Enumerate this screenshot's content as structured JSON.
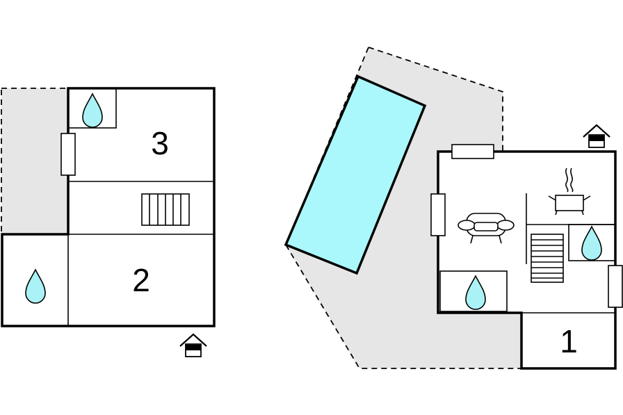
{
  "rooms": [
    {
      "label": "3"
    },
    {
      "label": "2"
    },
    {
      "label": "1"
    }
  ],
  "icons": {
    "water": "water-drop-icon",
    "entrance": "house-entrance-icon",
    "stairs": "stairs-icon",
    "sofa": "sofa-icon",
    "kitchen": "cooking-pot-icon",
    "window": "window-icon",
    "pool": "swimming-pool"
  },
  "colors": {
    "pool": "#aaf8fb",
    "water": "#aaf2f6",
    "outdoor_area": "#e6e6e6"
  }
}
